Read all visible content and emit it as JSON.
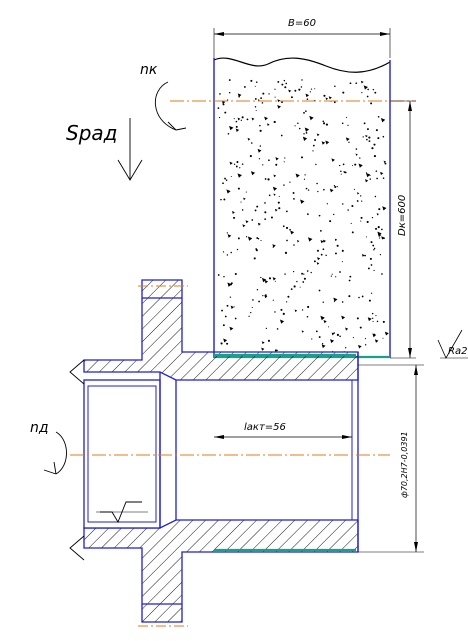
{
  "labels": {
    "width_dim": "B=60",
    "wheel_speed": "nк",
    "feed": "Sрад",
    "wheel_diameter": "Dк=600",
    "roughness": "Ra2",
    "part_speed": "nд",
    "contact_length": "lакт=56",
    "bore_diameter": "ф70,2Н7-0,0391"
  },
  "colors": {
    "outline": "#1f1fd0",
    "center_line": "#e07c1e",
    "ground_surface": "#1aa088",
    "hatch": "#000000",
    "dimension": "#000000"
  }
}
